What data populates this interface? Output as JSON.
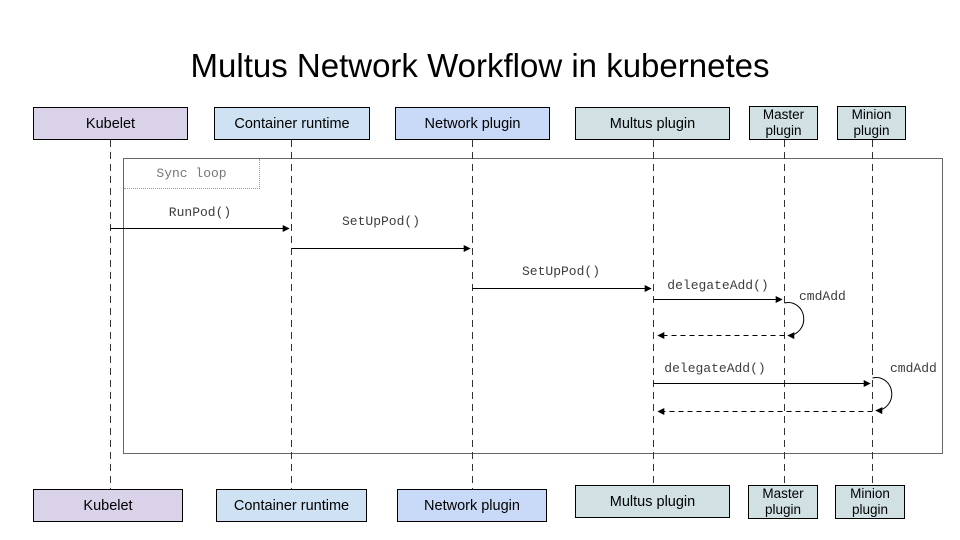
{
  "title": "Multus Network Workflow in kubernetes",
  "frame": {
    "label": "Sync loop"
  },
  "actors": [
    {
      "label": "Kubelet",
      "color": "#d9d2e9"
    },
    {
      "label": "Container runtime",
      "color": "#cfe2f3"
    },
    {
      "label": "Network plugin",
      "color": "#c9daf8"
    },
    {
      "label": "Multus plugin",
      "color": "#d0e0e3"
    },
    {
      "label": "Master plugin",
      "color": "#d0e0e3"
    },
    {
      "label": "Minion plugin",
      "color": "#d0e0e3"
    }
  ],
  "messages": [
    {
      "label": "RunPod()",
      "from": "Kubelet",
      "to": "Container runtime",
      "type": "sync"
    },
    {
      "label": "SetUpPod()",
      "from": "Container runtime",
      "to": "Network plugin",
      "type": "sync"
    },
    {
      "label": "SetUpPod()",
      "from": "Network plugin",
      "to": "Multus plugin",
      "type": "sync"
    },
    {
      "label": "delegateAdd()",
      "from": "Multus plugin",
      "to": "Master plugin",
      "type": "sync"
    },
    {
      "label": "cmdAdd",
      "from": "Master plugin",
      "to": "Master plugin",
      "type": "self"
    },
    {
      "label": "delegateAdd()",
      "from": "Multus plugin",
      "to": "Minion plugin",
      "type": "sync"
    },
    {
      "label": "cmdAdd",
      "from": "Minion plugin",
      "to": "Minion plugin",
      "type": "self"
    }
  ],
  "colors": {
    "box_border": "#000000",
    "frame_border": "#666666",
    "lifeline": "#333333",
    "arrow": "#000000"
  }
}
